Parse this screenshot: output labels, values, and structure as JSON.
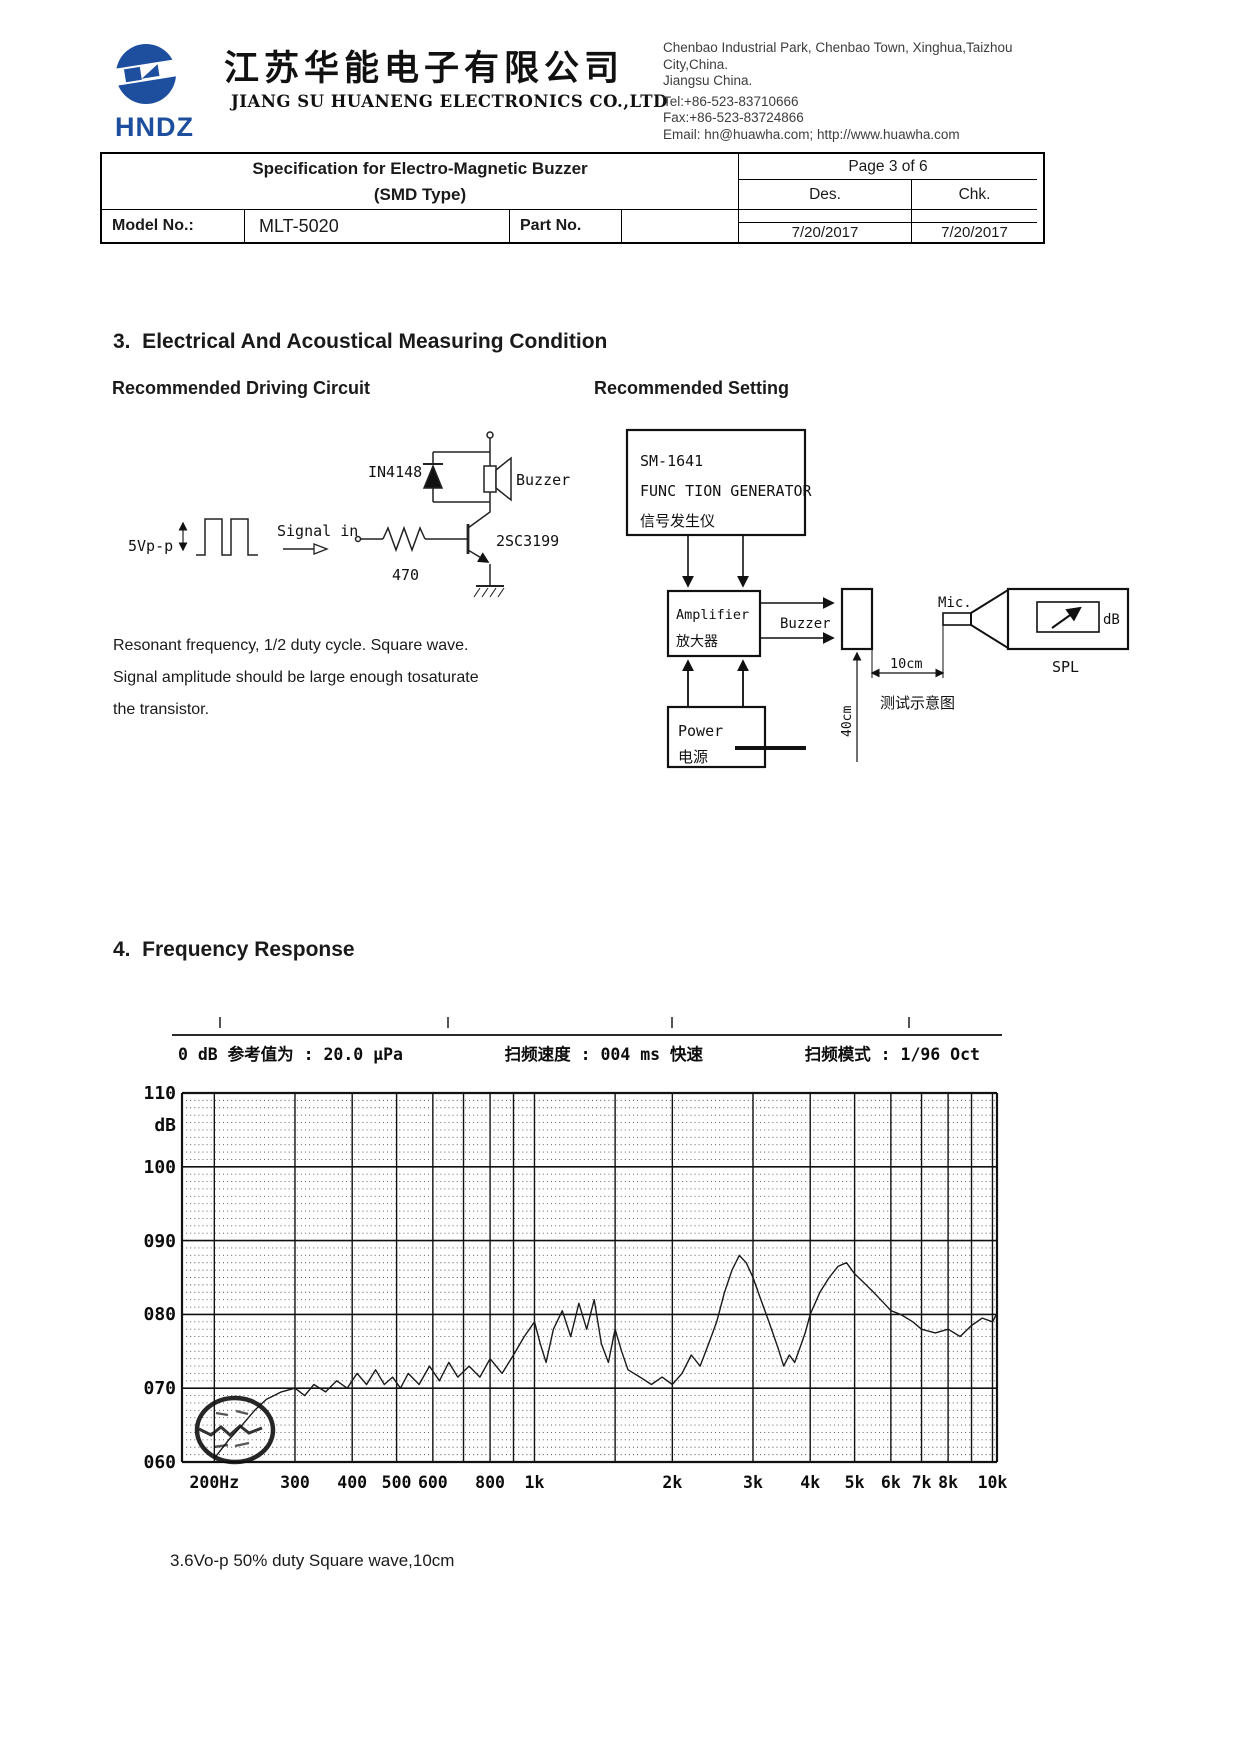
{
  "header": {
    "logo_text": "HNDZ",
    "logo_monogram": "HN",
    "company_cn": "江苏华能电子有限公司",
    "company_en": "JIANG SU HUANENG ELECTRONICS CO.,LTD",
    "contact_lines": [
      "Chenbao Industrial Park, Chenbao Town, Xinghua,Taizhou",
      "City,China.",
      "Jiangsu China."
    ],
    "tel": "Tel:+86-523-83710666",
    "fax": "Fax:+86-523-83724866",
    "email": "Email: hn@huawha.com; http://www.huawha.com",
    "brand_color": "#1d4f9e"
  },
  "spec_table": {
    "title_line1": "Specification for Electro-Magnetic Buzzer",
    "title_line2": "(SMD Type)",
    "page": "Page 3 of 6",
    "des_label": "Des.",
    "chk_label": "Chk.",
    "model_label": "Model No.:",
    "model_value": "MLT-5020",
    "part_label": "Part No.",
    "part_value": "",
    "des_date": "7/20/2017",
    "chk_date": "7/20/2017"
  },
  "section3": {
    "heading": "3.  Electrical And Acoustical Measuring Condition",
    "driving_circuit_title": "Recommended Driving Circuit",
    "setting_title": "Recommended Setting",
    "circuit": {
      "vpp": "5Vp-p",
      "signal_in": "Signal in",
      "diode": "IN4148",
      "buzzer": "Buzzer",
      "transistor": "2SC3199",
      "resistor": "470"
    },
    "note_lines": [
      "Resonant frequency, 1/2 duty cycle. Square wave.",
      "Signal amplitude should be large enough tosaturate",
      "the transistor."
    ],
    "setting": {
      "gen_model": "SM-1641",
      "gen_name": "FUNC TION GENERATOR",
      "gen_cn": "信号发生仪",
      "amp_en": "Amplifier",
      "amp_cn": "放大器",
      "buzzer": "Buzzer",
      "power_en": "Power",
      "power_cn": "电源",
      "mic": "Mic.",
      "db": "dB",
      "spl": "SPL",
      "dist_h": "10cm",
      "dist_v": "40cm",
      "caption": "测试示意图"
    }
  },
  "section4": {
    "heading": "4.  Frequency Response",
    "note": "3.6Vo-p 50% duty Square wave,10cm"
  },
  "chart_data": {
    "type": "line",
    "header": {
      "reference": "0 dB 参考值为 : 20.0 μPa",
      "sweep_speed": "扫频速度 : 004 ms 快速",
      "sweep_mode": "扫频模式 : 1/96 Oct"
    },
    "ylabel": "dB",
    "ylim": [
      60,
      110
    ],
    "xscale": "log",
    "xlim": [
      170,
      10230
    ],
    "y_ticks": [
      {
        "label": "110",
        "db": 110
      },
      {
        "label": "100",
        "db": 100
      },
      {
        "label": "090",
        "db": 90
      },
      {
        "label": "080",
        "db": 80
      },
      {
        "label": "070",
        "db": 70
      },
      {
        "label": "060",
        "db": 60
      }
    ],
    "x_ticks": [
      {
        "label": "200Hz",
        "f": 200
      },
      {
        "label": "300",
        "f": 300
      },
      {
        "label": "400",
        "f": 400
      },
      {
        "label": "500",
        "f": 500
      },
      {
        "label": "600",
        "f": 600
      },
      {
        "label": "800",
        "f": 800
      },
      {
        "label": "1k",
        "f": 1000
      },
      {
        "label": "2k",
        "f": 2000
      },
      {
        "label": "3k",
        "f": 3000
      },
      {
        "label": "4k",
        "f": 4000
      },
      {
        "label": "5k",
        "f": 5000
      },
      {
        "label": "6k",
        "f": 6000
      },
      {
        "label": "7k",
        "f": 7000
      },
      {
        "label": "8k",
        "f": 8000
      },
      {
        "label": "10k",
        "f": 10000
      }
    ],
    "grid_freqs": [
      200,
      300,
      400,
      500,
      600,
      700,
      800,
      900,
      1000,
      1500,
      2000,
      3000,
      4000,
      5000,
      6000,
      7000,
      8000,
      9000,
      10000
    ],
    "series": [
      {
        "name": "SPL frequency response (dB vs Hz)",
        "points": [
          [
            200,
            60.5
          ],
          [
            215,
            63
          ],
          [
            230,
            65
          ],
          [
            245,
            67
          ],
          [
            260,
            68.5
          ],
          [
            280,
            69.5
          ],
          [
            300,
            70
          ],
          [
            315,
            69
          ],
          [
            330,
            70.5
          ],
          [
            350,
            69.5
          ],
          [
            370,
            71
          ],
          [
            390,
            70
          ],
          [
            410,
            72
          ],
          [
            430,
            70.5
          ],
          [
            450,
            72.5
          ],
          [
            470,
            70.5
          ],
          [
            490,
            71.5
          ],
          [
            510,
            70
          ],
          [
            530,
            72
          ],
          [
            560,
            70.5
          ],
          [
            590,
            73
          ],
          [
            620,
            71
          ],
          [
            650,
            73.5
          ],
          [
            680,
            71.5
          ],
          [
            720,
            73
          ],
          [
            760,
            71.5
          ],
          [
            800,
            74
          ],
          [
            850,
            72
          ],
          [
            900,
            74.5
          ],
          [
            950,
            77
          ],
          [
            1000,
            79
          ],
          [
            1030,
            76
          ],
          [
            1060,
            73.5
          ],
          [
            1100,
            78
          ],
          [
            1150,
            80.5
          ],
          [
            1200,
            77
          ],
          [
            1250,
            81.5
          ],
          [
            1300,
            78
          ],
          [
            1350,
            82
          ],
          [
            1400,
            76
          ],
          [
            1450,
            73.5
          ],
          [
            1500,
            78
          ],
          [
            1550,
            75
          ],
          [
            1600,
            72.5
          ],
          [
            1700,
            71.5
          ],
          [
            1800,
            70.5
          ],
          [
            1900,
            71.5
          ],
          [
            2000,
            70.5
          ],
          [
            2100,
            72
          ],
          [
            2200,
            74.5
          ],
          [
            2300,
            73
          ],
          [
            2400,
            76
          ],
          [
            2500,
            79
          ],
          [
            2600,
            83
          ],
          [
            2700,
            86
          ],
          [
            2800,
            88
          ],
          [
            2900,
            87
          ],
          [
            3000,
            85
          ],
          [
            3100,
            82.5
          ],
          [
            3250,
            79
          ],
          [
            3400,
            75.5
          ],
          [
            3500,
            73
          ],
          [
            3600,
            74.5
          ],
          [
            3700,
            73.5
          ],
          [
            3800,
            75.5
          ],
          [
            3900,
            77.5
          ],
          [
            4000,
            80
          ],
          [
            4200,
            83
          ],
          [
            4400,
            85
          ],
          [
            4600,
            86.5
          ],
          [
            4800,
            87
          ],
          [
            5000,
            85.5
          ],
          [
            5200,
            84.5
          ],
          [
            5500,
            83
          ],
          [
            5800,
            81.5
          ],
          [
            6000,
            80.5
          ],
          [
            6300,
            80
          ],
          [
            6700,
            79
          ],
          [
            7000,
            78
          ],
          [
            7500,
            77.5
          ],
          [
            8000,
            78
          ],
          [
            8500,
            77
          ],
          [
            9000,
            78.5
          ],
          [
            9500,
            79.5
          ],
          [
            10000,
            79
          ],
          [
            10200,
            80
          ]
        ]
      }
    ]
  }
}
